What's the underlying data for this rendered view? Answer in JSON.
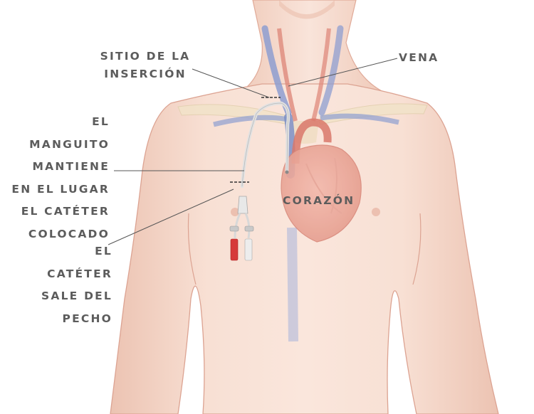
{
  "labels": {
    "insertion_site": [
      "SITIO DE LA",
      "INSERCIÓN"
    ],
    "vein": [
      "VENA"
    ],
    "cuff": [
      "EL",
      "MANGUITO",
      "MANTIENE",
      "EN EL LUGAR",
      "EL CATÉTER",
      "COLOCADO"
    ],
    "heart": [
      "CORAZÓN"
    ],
    "exit": [
      "EL",
      "CATÉTER",
      "SALE DEL",
      "PECHO"
    ]
  },
  "colors": {
    "skin": "#f6d9cc",
    "skin_shadow": "#e9bfae",
    "outline": "#d89f8e",
    "vein": "#7c8fc4",
    "artery": "#d9786a",
    "heart": "#e39a8c",
    "bone": "#f2e3c9",
    "catheter": "#e6e6e6",
    "clamp_red": "#d63a3a",
    "label_text": "#5c5c5c",
    "leader_line": "#555555"
  }
}
